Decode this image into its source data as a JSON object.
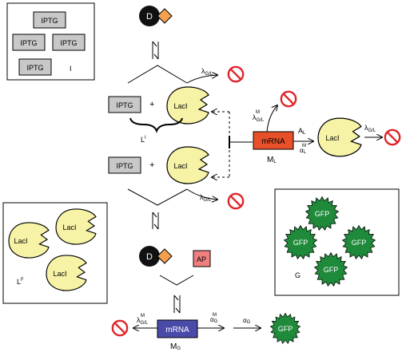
{
  "colors": {
    "lacl_fill": "#f6f3a6",
    "iptg_fill": "#c8c8c8",
    "mrna_l_fill": "#e8502a",
    "mrna_g_fill": "#4a4aa8",
    "ap_fill": "#f08080",
    "gfp_fill": "#1e8a3a",
    "inhibit_red": "#e0242a",
    "diamond_fill": "#f3a050",
    "d_fill": "#111111"
  },
  "icons": [
    "d-ligand-icon",
    "degradation-icon",
    "gfp-star-icon",
    "lacl-protein-icon"
  ],
  "boxes": {
    "iptg_pool": {
      "items": [
        "IPTG",
        "IPTG",
        "IPTG",
        "IPTG"
      ],
      "label": "I"
    },
    "lacl_pool": {
      "items": [
        "LacI",
        "LacI",
        "LacI"
      ],
      "label": "L",
      "label_sup": "F"
    },
    "gfp_pool": {
      "items": [
        "GFP",
        "GFP",
        "GFP",
        "GFP"
      ],
      "label": "G"
    }
  },
  "top_complex": {
    "d": "D"
  },
  "mid_complex": {
    "d": "D",
    "ap": "AP"
  },
  "row1": {
    "iptg": "IPTG",
    "plus": "+",
    "lacl": "LacI",
    "brace_label": "L",
    "brace_sup": "I"
  },
  "row2": {
    "iptg": "IPTG",
    "plus": "+",
    "lacl": "LacI"
  },
  "mrna_l": {
    "label": "mRNA",
    "name": "M",
    "name_sub": "L"
  },
  "mrna_g": {
    "label": "mRNA",
    "name": "M",
    "name_sub": "G"
  },
  "lacl_product": {
    "label": "LacI"
  },
  "gfp_product": {
    "label": "GFP"
  },
  "rates": {
    "deg_top": {
      "sym": "λ",
      "sub": "G/L"
    },
    "deg_mid": {
      "sym": "λ",
      "sub": "G/L"
    },
    "deg_mrna_l": {
      "sym": "λ",
      "sup": "M",
      "sub": "G/L"
    },
    "deg_lacl": {
      "sym": "λ",
      "sub": "G/L"
    },
    "deg_mrna_g": {
      "sym": "λ",
      "sup": "M",
      "sub": "G/L"
    },
    "transl_l": {
      "sym": "A",
      "sub": "L"
    },
    "alpha_l": {
      "sym": "α",
      "sup": "M",
      "sub": "L"
    },
    "alpha_g_m": {
      "sym": "α",
      "sup": "M",
      "sub": "G"
    },
    "alpha_g": {
      "sym": "α",
      "sub": "G"
    }
  }
}
